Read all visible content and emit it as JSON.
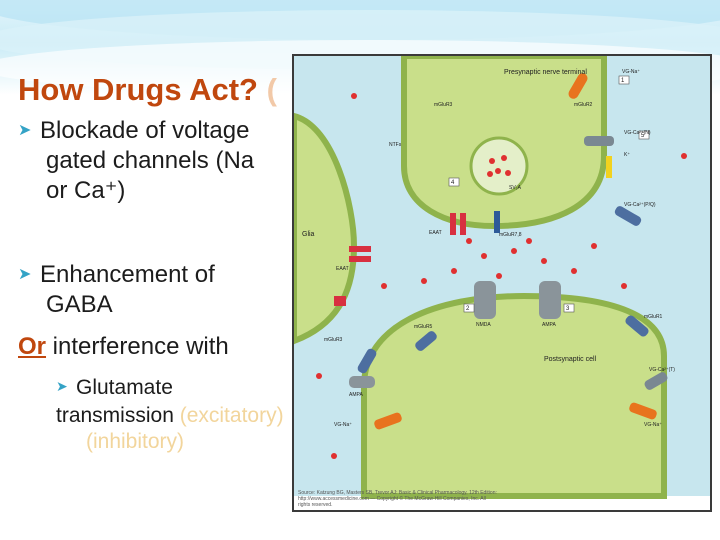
{
  "title": {
    "main": "How Drugs Act?",
    "faded": "("
  },
  "bullets": [
    {
      "line1": "Blockade of voltage",
      "line2": "gated channels (Na",
      "line3": "or Ca⁺)"
    },
    {
      "line1": "Enhancement of",
      "line2": "GABA"
    }
  ],
  "or_line": {
    "or": "Or",
    "rest": " interference with"
  },
  "sub_bullet": {
    "label": "Glutamate",
    "line2": "transmission",
    "line2_faded": "(excitatory)",
    "line3": "(inhibitory)"
  },
  "diagram": {
    "labels": {
      "presynaptic": "Presynaptic nerve terminal",
      "postsynaptic": "Postsynaptic cell",
      "glia": "Glia",
      "eaat": "EAAT",
      "eaat2": "EAAT",
      "mglur2": "mGluR2",
      "mglur3": "mGluR3",
      "mglur3b": "mGluR3",
      "mglur5": "mGluR5",
      "mglur1": "mGluR1",
      "mglur78": "mGluR7,8",
      "vgna": "VG-Na⁺",
      "vgna_post": "VG-Na⁺",
      "vgna_post2": "VG-Na⁺",
      "vgca_npq": "VG-Ca²⁺(N)",
      "vgca_pq": "VG-Ca²⁺(P/Q)",
      "vgca_t": "VG-Ca²⁺(T)",
      "k": "K⁺",
      "nmda": "NMDA",
      "ampa": "AMPA",
      "ampa2": "AMPA",
      "ntfs": "NTFs",
      "svt": "SV₂A",
      "num1": "1",
      "num2": "2",
      "num3": "3",
      "num4": "4",
      "num5": "5"
    },
    "caption": "Source: Katzung BG, Masters SB, Trevor AJ: Basic & Clinical Pharmacology, 12th Edition: http://www.accessmedicine.com — Copyright © The McGraw-Hill Companies, Inc. All rights reserved."
  },
  "colors": {
    "title": "#c0470e",
    "bullet_arrow": "#34a3c6",
    "cell": "#c9df8a",
    "cell_border": "#8fb34c",
    "diagram_bg": "#c7e6ee"
  }
}
